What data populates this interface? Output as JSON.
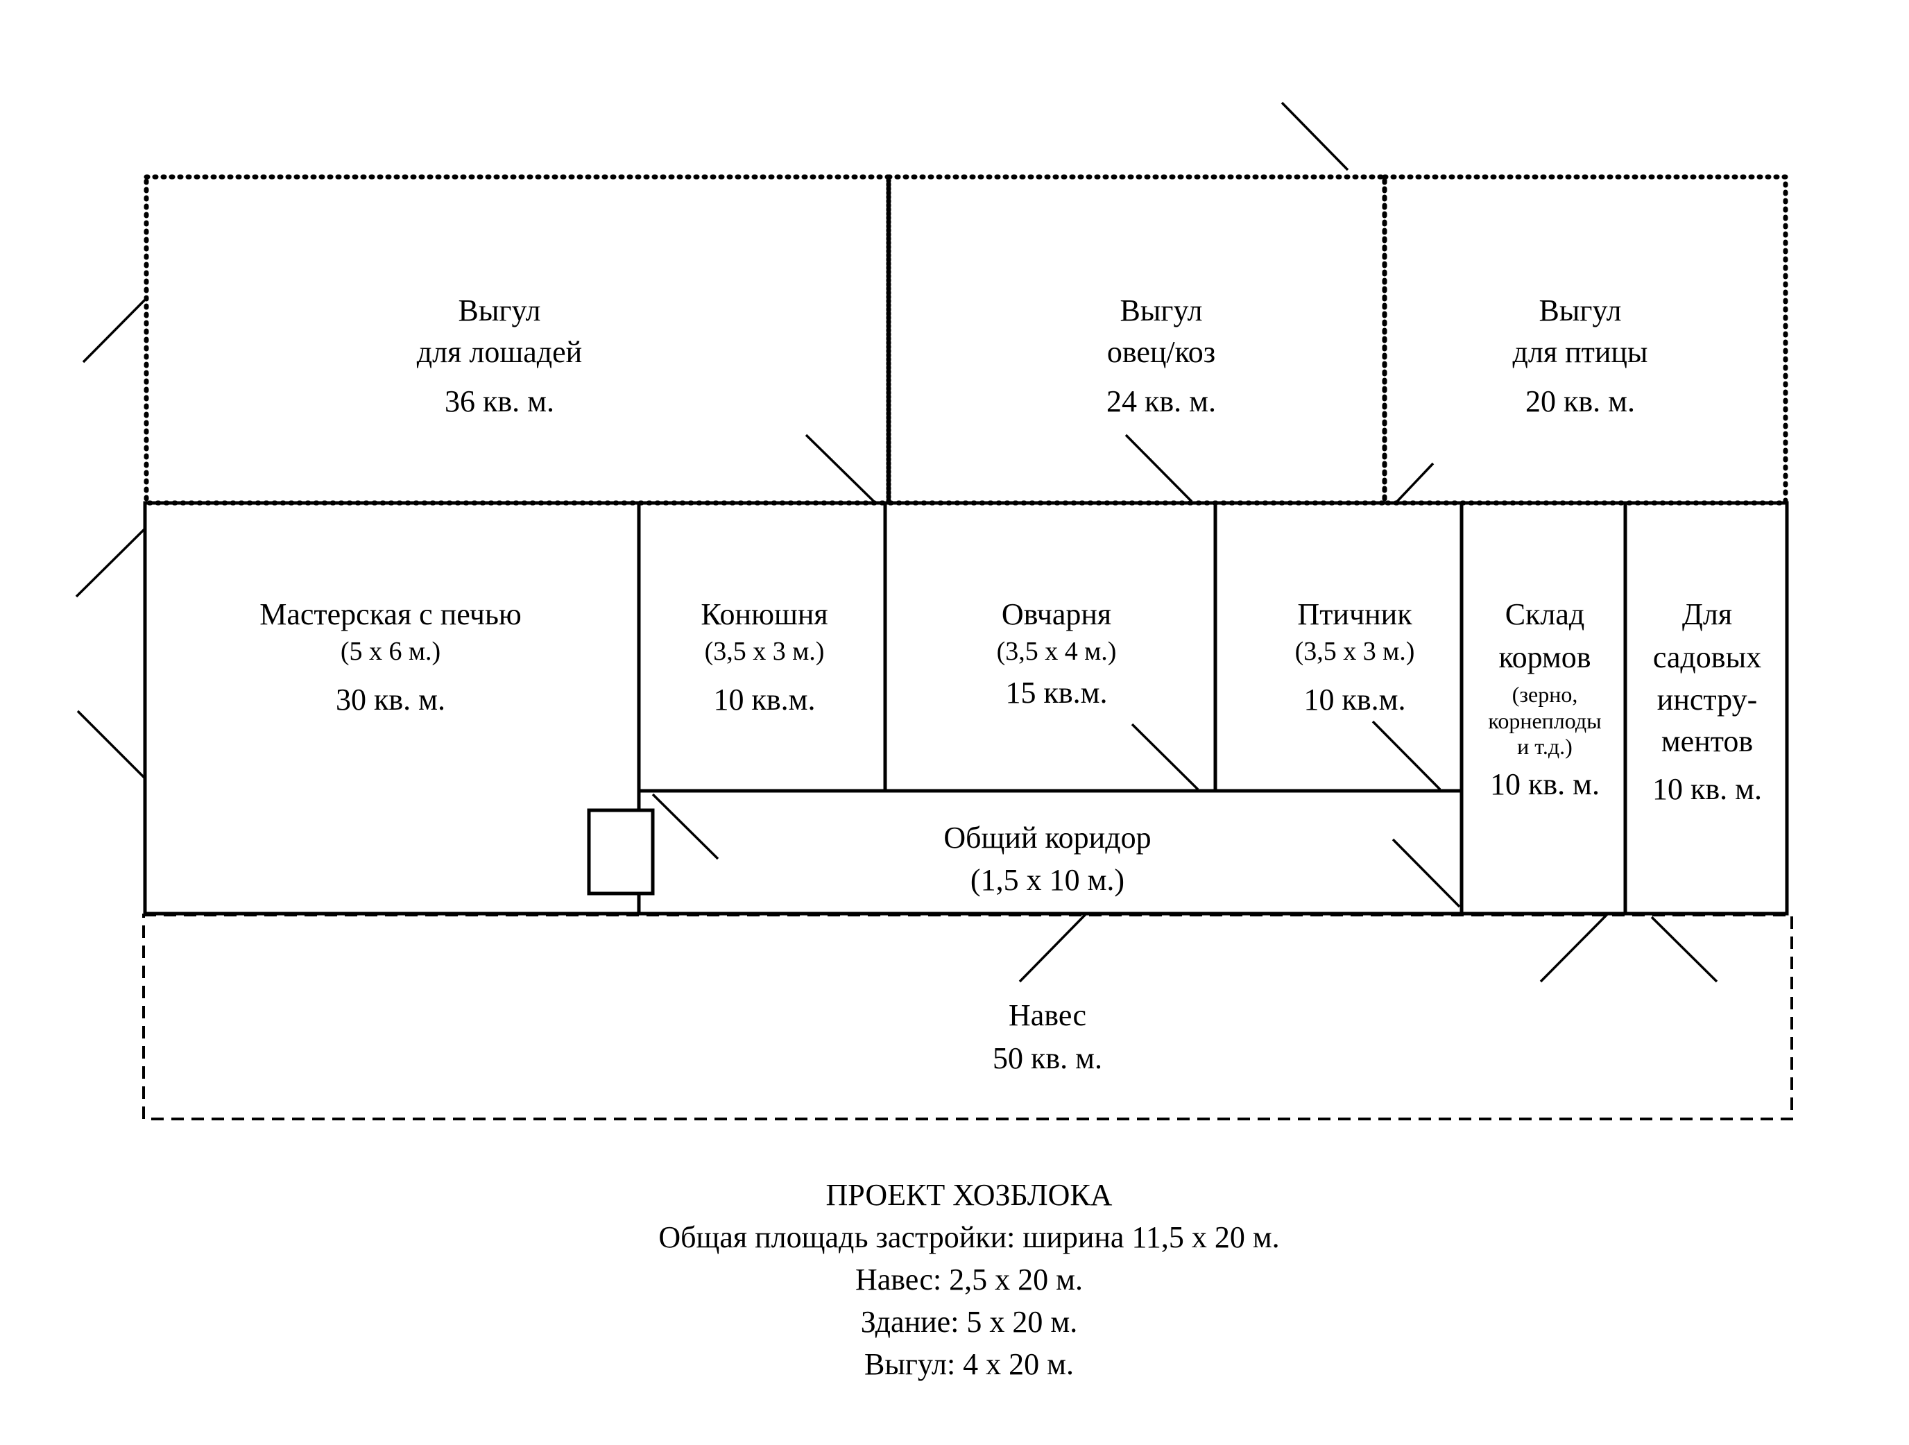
{
  "yards": {
    "horses": {
      "line1": "Выгул",
      "line2": "для лошадей",
      "area": "36 кв. м."
    },
    "sheep": {
      "line1": "Выгул",
      "line2": "овец/коз",
      "area": "24 кв. м."
    },
    "poultry": {
      "line1": "Выгул",
      "line2": "для птицы",
      "area": "20 кв. м."
    }
  },
  "rooms": {
    "workshop": {
      "title": "Мастерская с печью",
      "size": "(5 х 6 м.)",
      "area": "30 кв. м."
    },
    "stable": {
      "title": "Конюшня",
      "size": "(3,5 х 3 м.)",
      "area": "10 кв.м."
    },
    "sheepfold": {
      "title": "Овчарня",
      "size": "(3,5 х 4 м.)",
      "area": "15 кв.м."
    },
    "henhouse": {
      "title": "Птичник",
      "size": "(3,5 х 3 м.)",
      "area": "10 кв.м."
    },
    "feed": {
      "line1": "Склад",
      "line2": "кормов",
      "note1": "(зерно,",
      "note2": "корнеплоды",
      "note3": "и т.д.)",
      "area": "10 кв. м."
    },
    "tools": {
      "line1": "Для",
      "line2": "садовых",
      "line3": "инстру-",
      "line4": "ментов",
      "area": "10 кв. м."
    },
    "corridor": {
      "title": "Общий коридор",
      "size": "(1,5 х 10 м.)"
    }
  },
  "canopy": {
    "title": "Навес",
    "area": "50 кв. м."
  },
  "caption": {
    "title": "ПРОЕКТ ХОЗБЛОКА",
    "line1": "Общая площадь застройки: ширина 11,5 х 20 м.",
    "line2": "Навес: 2,5 х 20 м.",
    "line3": "Здание: 5 х 20 м.",
    "line4": "Выгул: 4 х 20 м."
  }
}
